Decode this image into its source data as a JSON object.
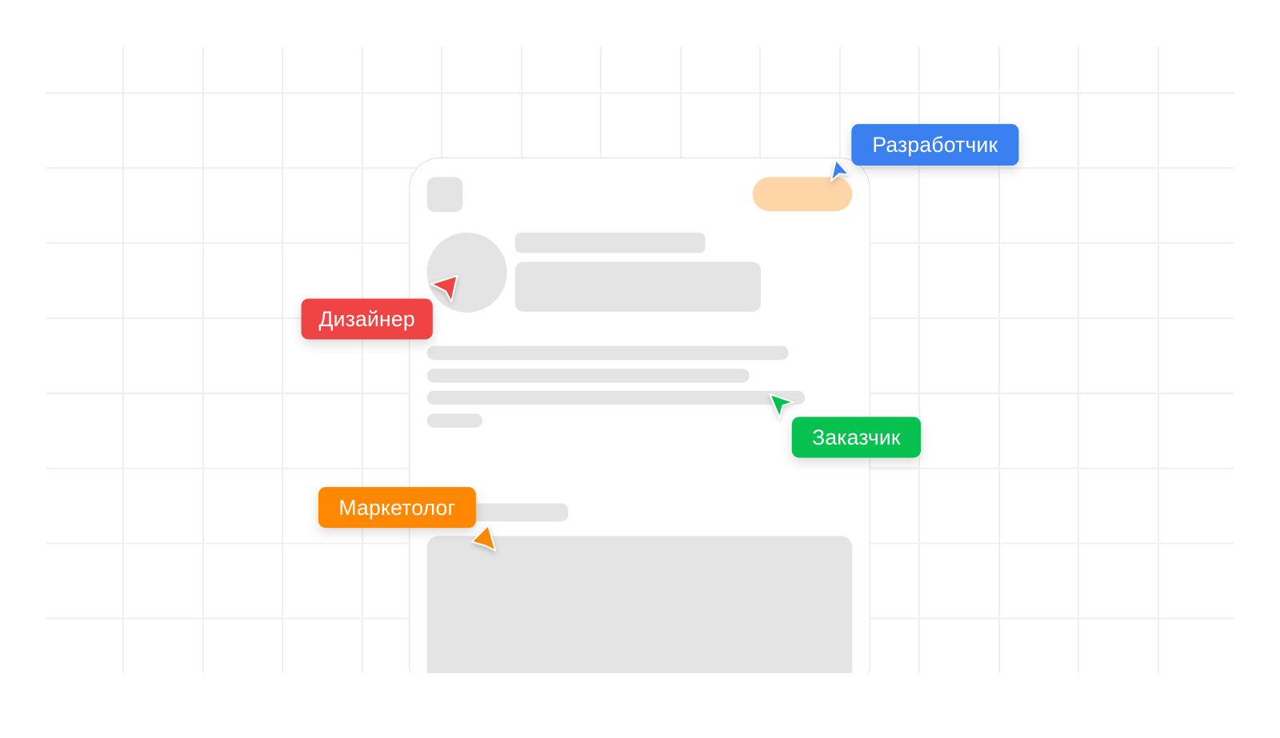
{
  "collaborators": [
    {
      "label": "Разработчик",
      "color": "#3b80f0"
    },
    {
      "label": "Дизайнер",
      "color": "#ef4444"
    },
    {
      "label": "Заказчик",
      "color": "#06c14f"
    },
    {
      "label": "Маркетолог",
      "color": "#ff8800"
    }
  ],
  "skeleton": {
    "fill": "#e4e4e4",
    "accent_pill": "#fdd5a6"
  }
}
